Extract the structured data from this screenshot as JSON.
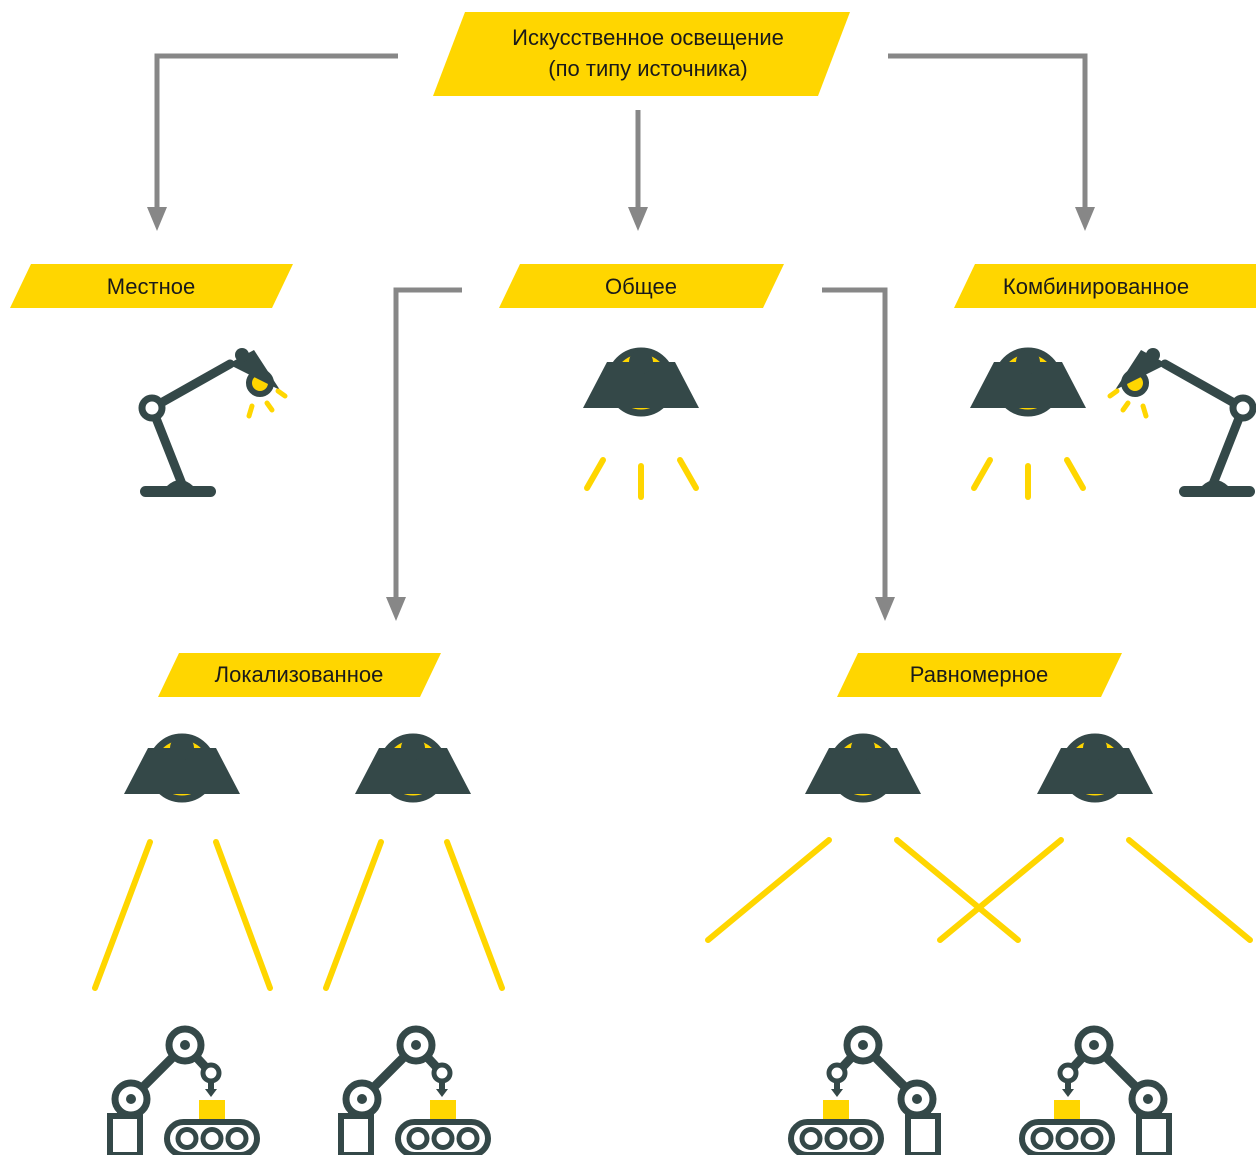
{
  "colors": {
    "accent": "#FFD600",
    "dark": "#344848",
    "arrow": "#878787",
    "text": "#1a1a1a"
  },
  "root": {
    "line1": "Искусственное освещение",
    "line2": "(по типу источника)"
  },
  "categories": {
    "local": "Местное",
    "general": "Общее",
    "combined": "Комбинированное"
  },
  "subcategories": {
    "localized": "Локализованное",
    "uniform": "Равномерное"
  },
  "icons": {
    "desk_lamp": "desk-lamp-icon",
    "pendant_lamp": "pendant-lamp-icon",
    "robot_arm": "robot-arm-conveyor-icon"
  }
}
